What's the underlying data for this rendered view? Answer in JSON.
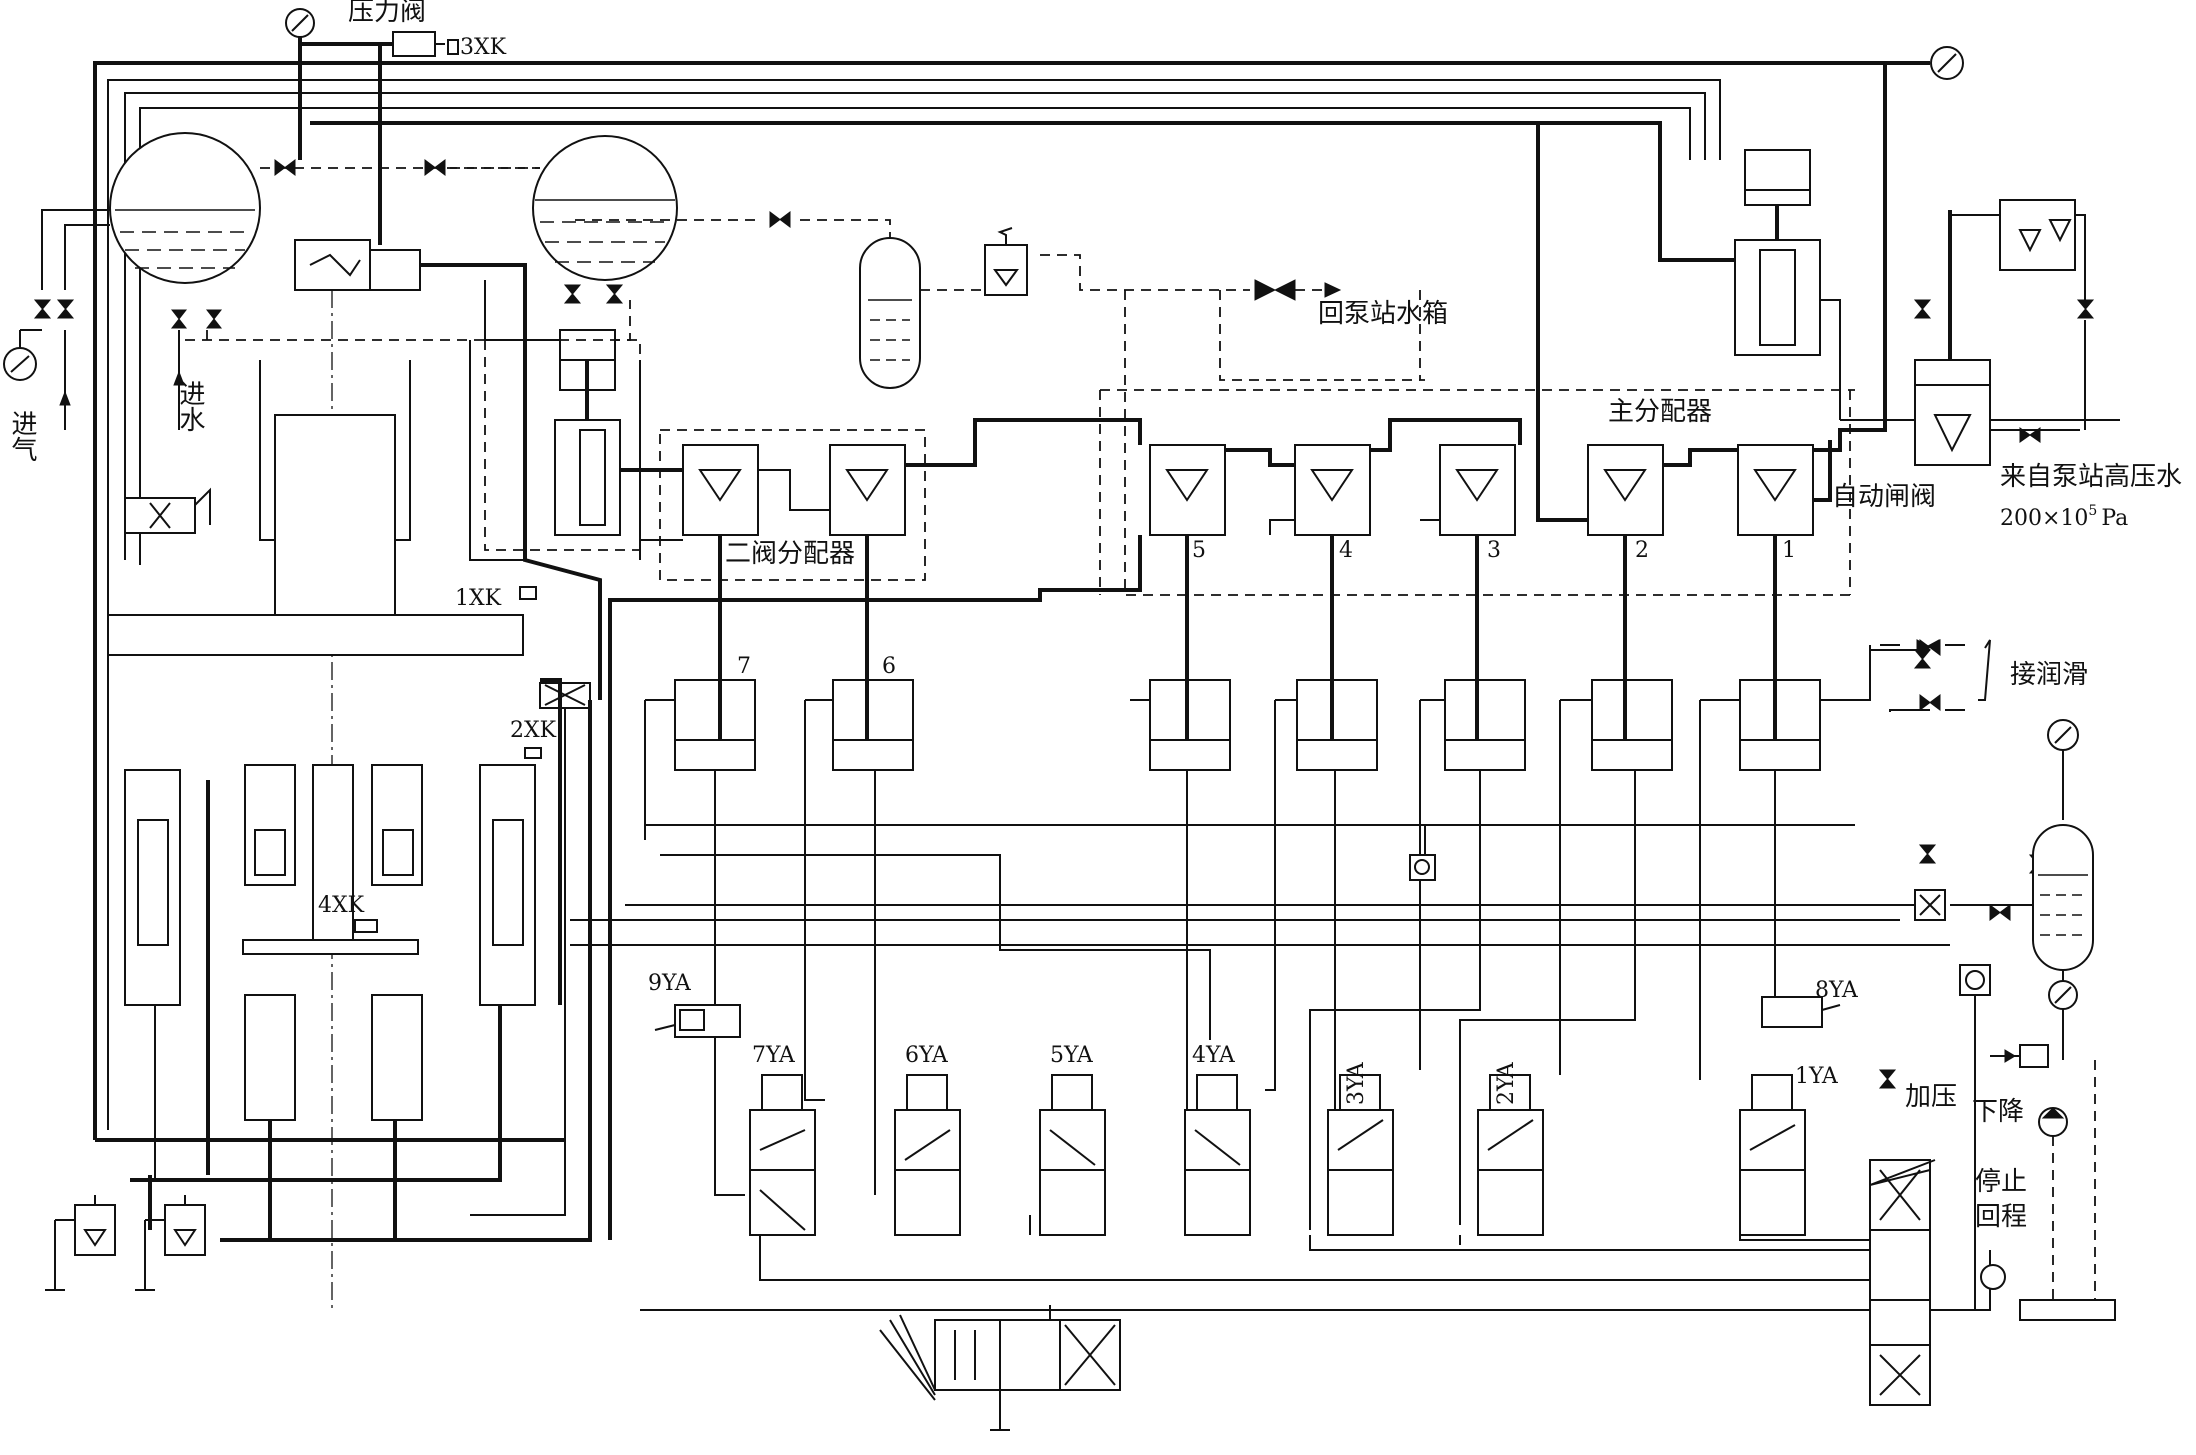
{
  "labels": {
    "pressure_valve": "压力阀",
    "sw_3xk": "3XK",
    "sw_1xk": "1XK",
    "sw_2xk": "2XK",
    "sw_4xk": "4XK",
    "air_in": "进气",
    "water_in": "进水",
    "return_tank": "回泵站水箱",
    "main_distributor": "主分配器",
    "two_valve_distributor": "二阀分配器",
    "auto_gate_valve": "自动闸阀",
    "hp_water_source": "来自泵站高压水",
    "pressure_value": "200×10",
    "pressure_exp": "5",
    "pressure_unit": "Pa",
    "lubrication": "接润滑",
    "pressurize": "加压",
    "descend": "下降",
    "stop": "停止",
    "return_stroke": "回程"
  },
  "distributor_valves": [
    "5",
    "4",
    "3",
    "2",
    "1"
  ],
  "cylinder_numbers": [
    "7",
    "6"
  ],
  "solenoids": {
    "ya9": "9YA",
    "ya8": "8YA",
    "ya7": "7YA",
    "ya6": "6YA",
    "ya5": "5YA",
    "ya4": "4YA",
    "ya3": "3YA",
    "ya2": "2YA",
    "ya1": "1YA"
  }
}
